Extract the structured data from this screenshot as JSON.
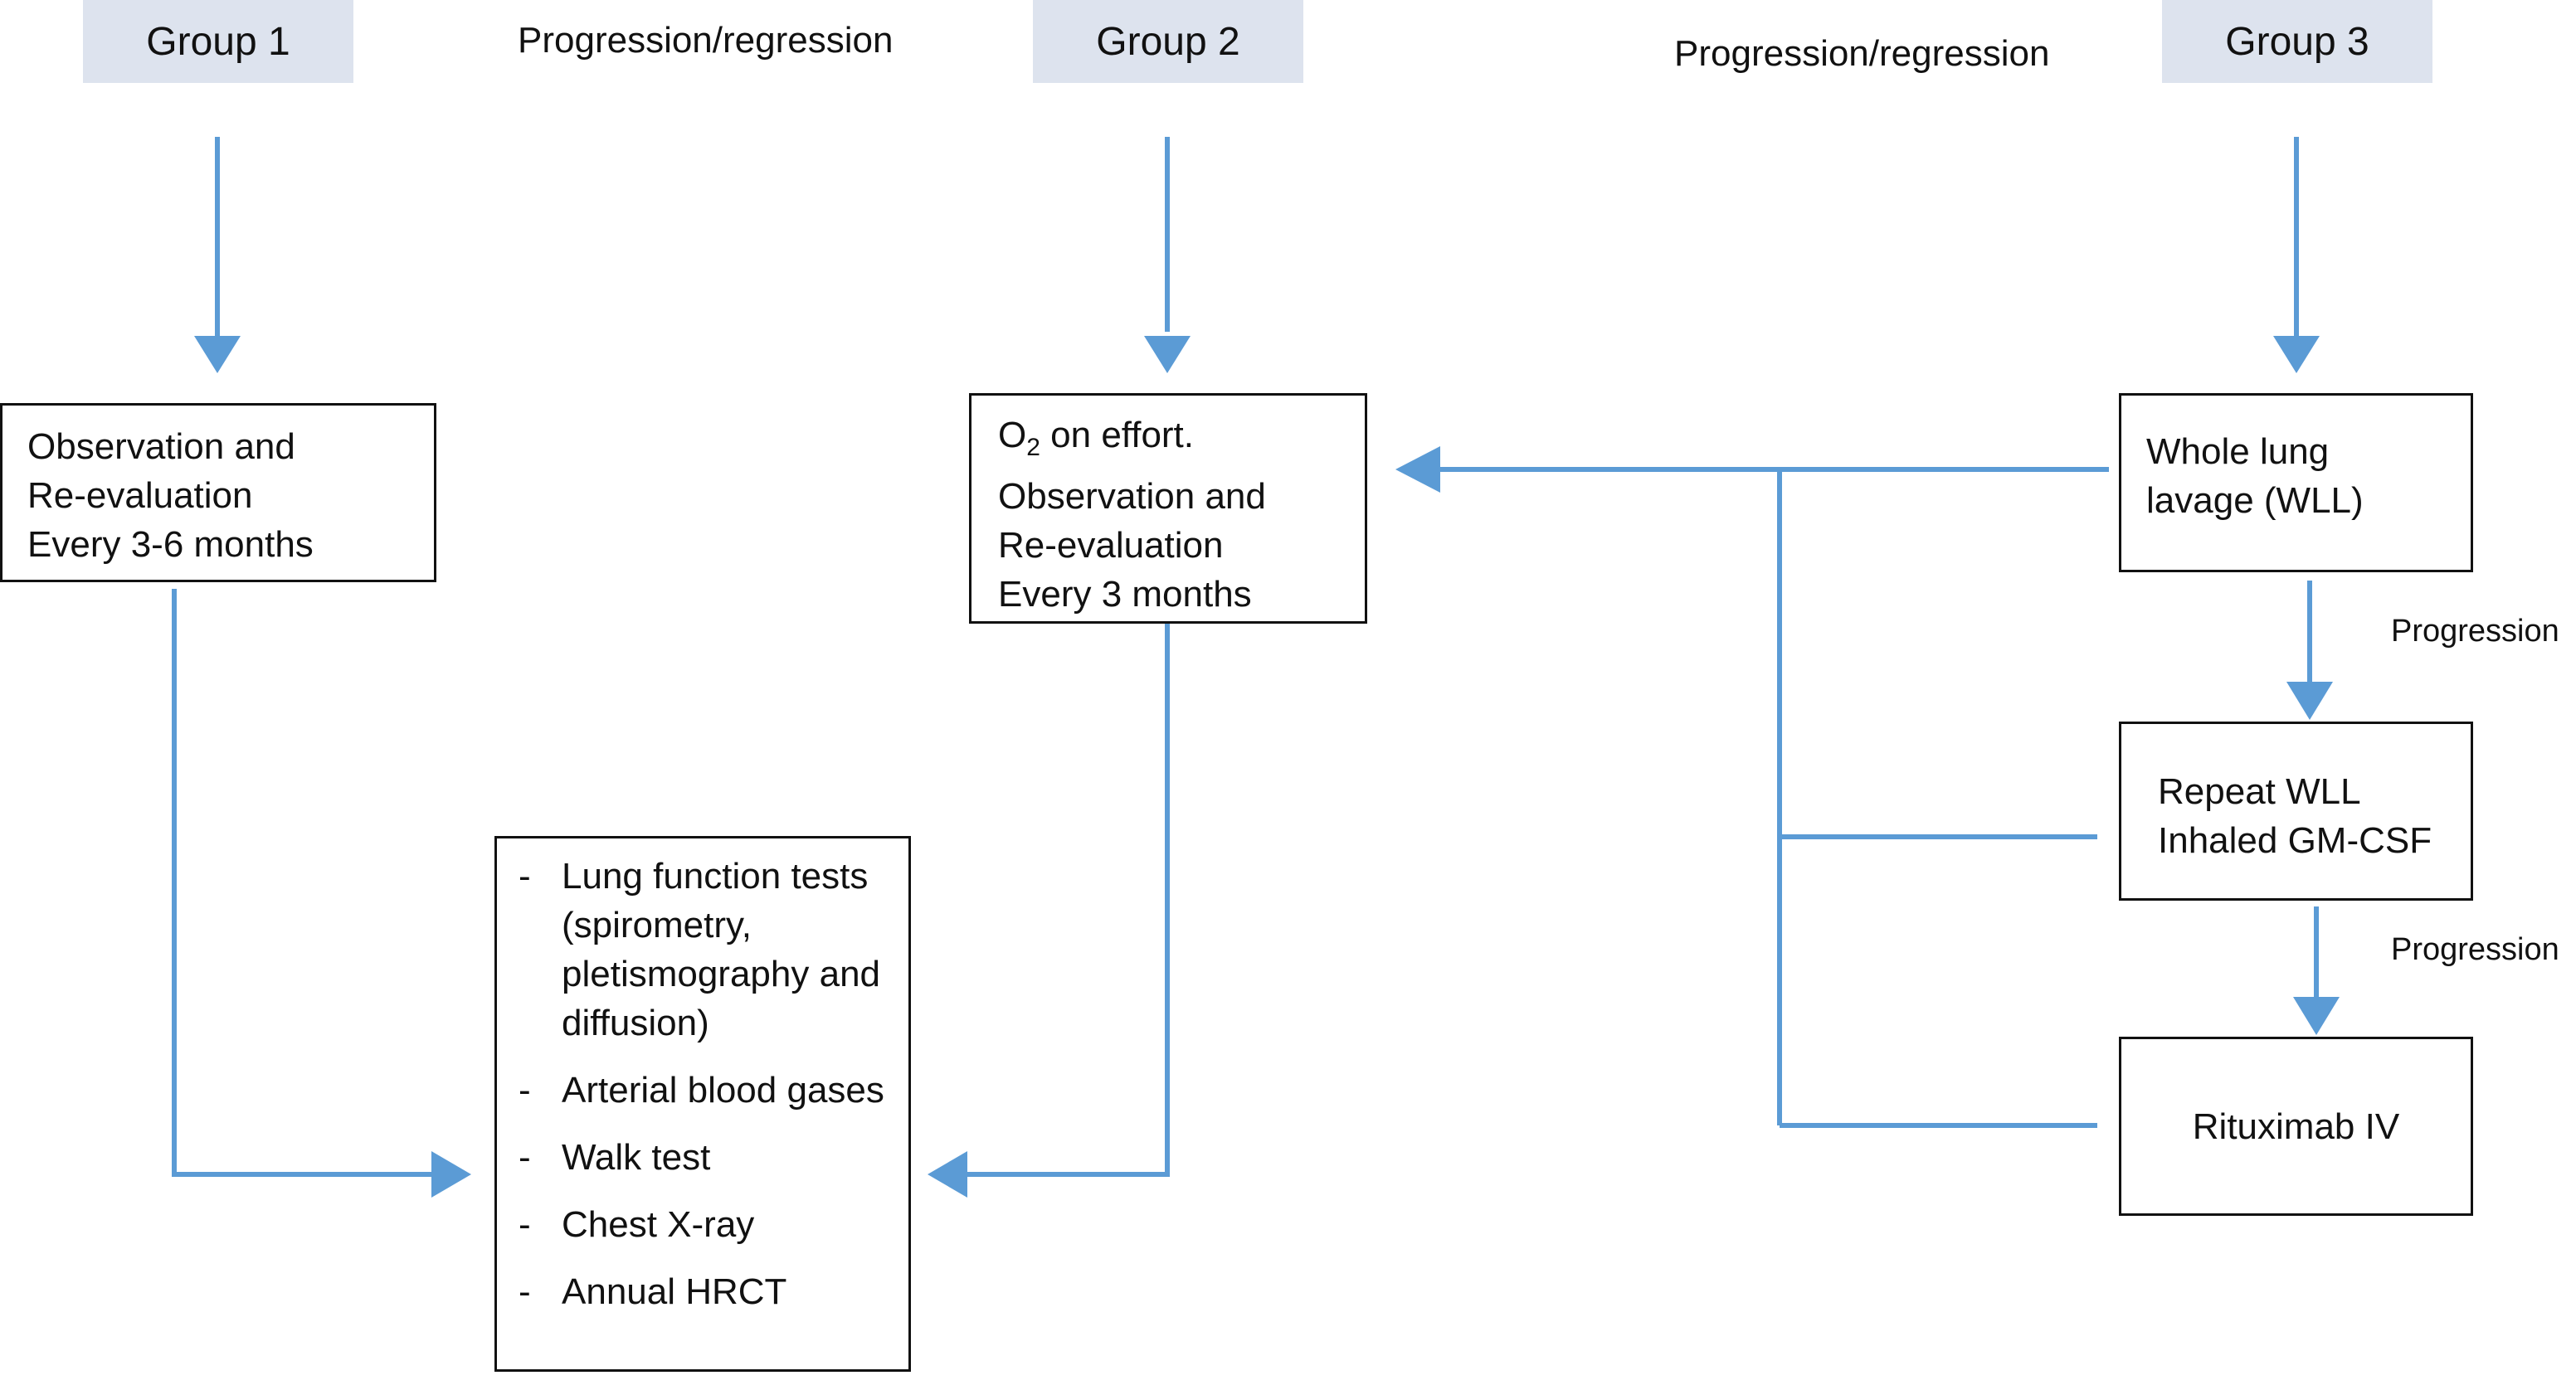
{
  "headers": {
    "group1": "Group 1",
    "group2": "Group 2",
    "group3": "Group 3"
  },
  "labels": {
    "progression_regression_1": "Progression/regression",
    "progression_regression_2": "Progression/regression",
    "progression_1": "Progression",
    "progression_2": "Progression"
  },
  "boxes": {
    "group1_box": [
      "Observation and",
      "Re-evaluation",
      "Every 3-6 months"
    ],
    "group2_box": {
      "o2_main": "O",
      "o2_sub": "2",
      "o2_rest": " on effort.",
      "lines": [
        "Observation and",
        "Re-evaluation",
        "Every 3 months"
      ]
    },
    "wll_box": [
      "Whole lung",
      "lavage (WLL)"
    ],
    "repeat_box": [
      "Repeat WLL",
      "Inhaled GM-CSF"
    ],
    "rituximab_box": "Rituximab IV",
    "tests_box": [
      "Lung function tests (spirometry, pletismography and diffusion)",
      "Arterial blood gases",
      "Walk test",
      "Chest X-ray",
      "Annual HRCT"
    ]
  },
  "colors": {
    "arrow": "#5b9bd5",
    "header_fill": "#dde3ee",
    "box_border": "#111111"
  }
}
